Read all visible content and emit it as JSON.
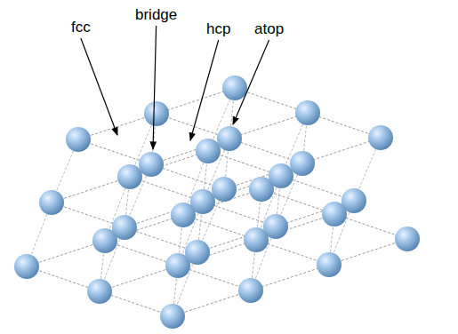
{
  "diagram": {
    "labels": [
      "fcc",
      "bridge",
      "hcp",
      "atop"
    ]
  }
}
